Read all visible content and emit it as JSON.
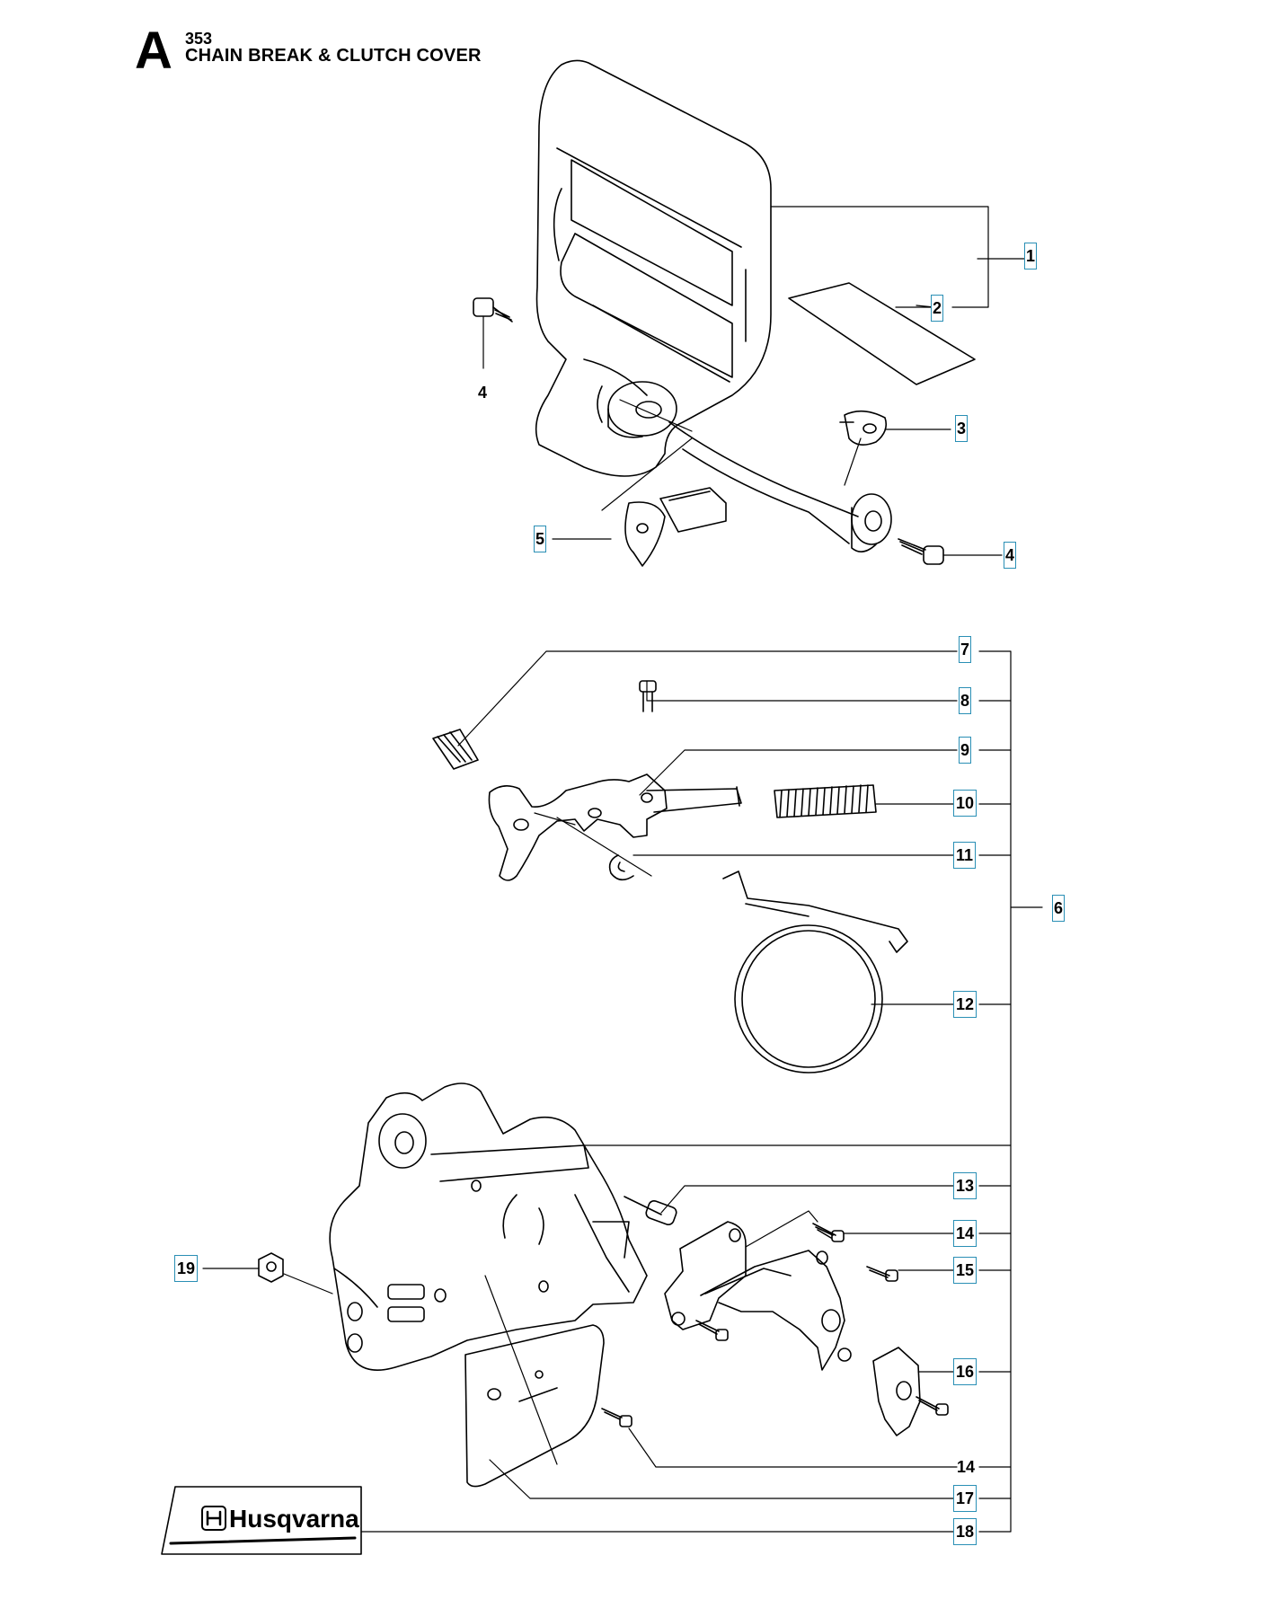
{
  "header": {
    "section_letter": "A",
    "model": "353",
    "title": "CHAIN BREAK & CLUTCH COVER"
  },
  "callouts": [
    "1",
    "2",
    "3",
    "4",
    "4",
    "5",
    "6",
    "7",
    "8",
    "9",
    "10",
    "11",
    "12",
    "13",
    "14",
    "15",
    "16",
    "14",
    "17",
    "18",
    "19"
  ],
  "decal": {
    "brand": "Husqvarna"
  },
  "colors": {
    "line": "#000000",
    "callout_border": "#2a8fb5",
    "background": "#ffffff"
  }
}
